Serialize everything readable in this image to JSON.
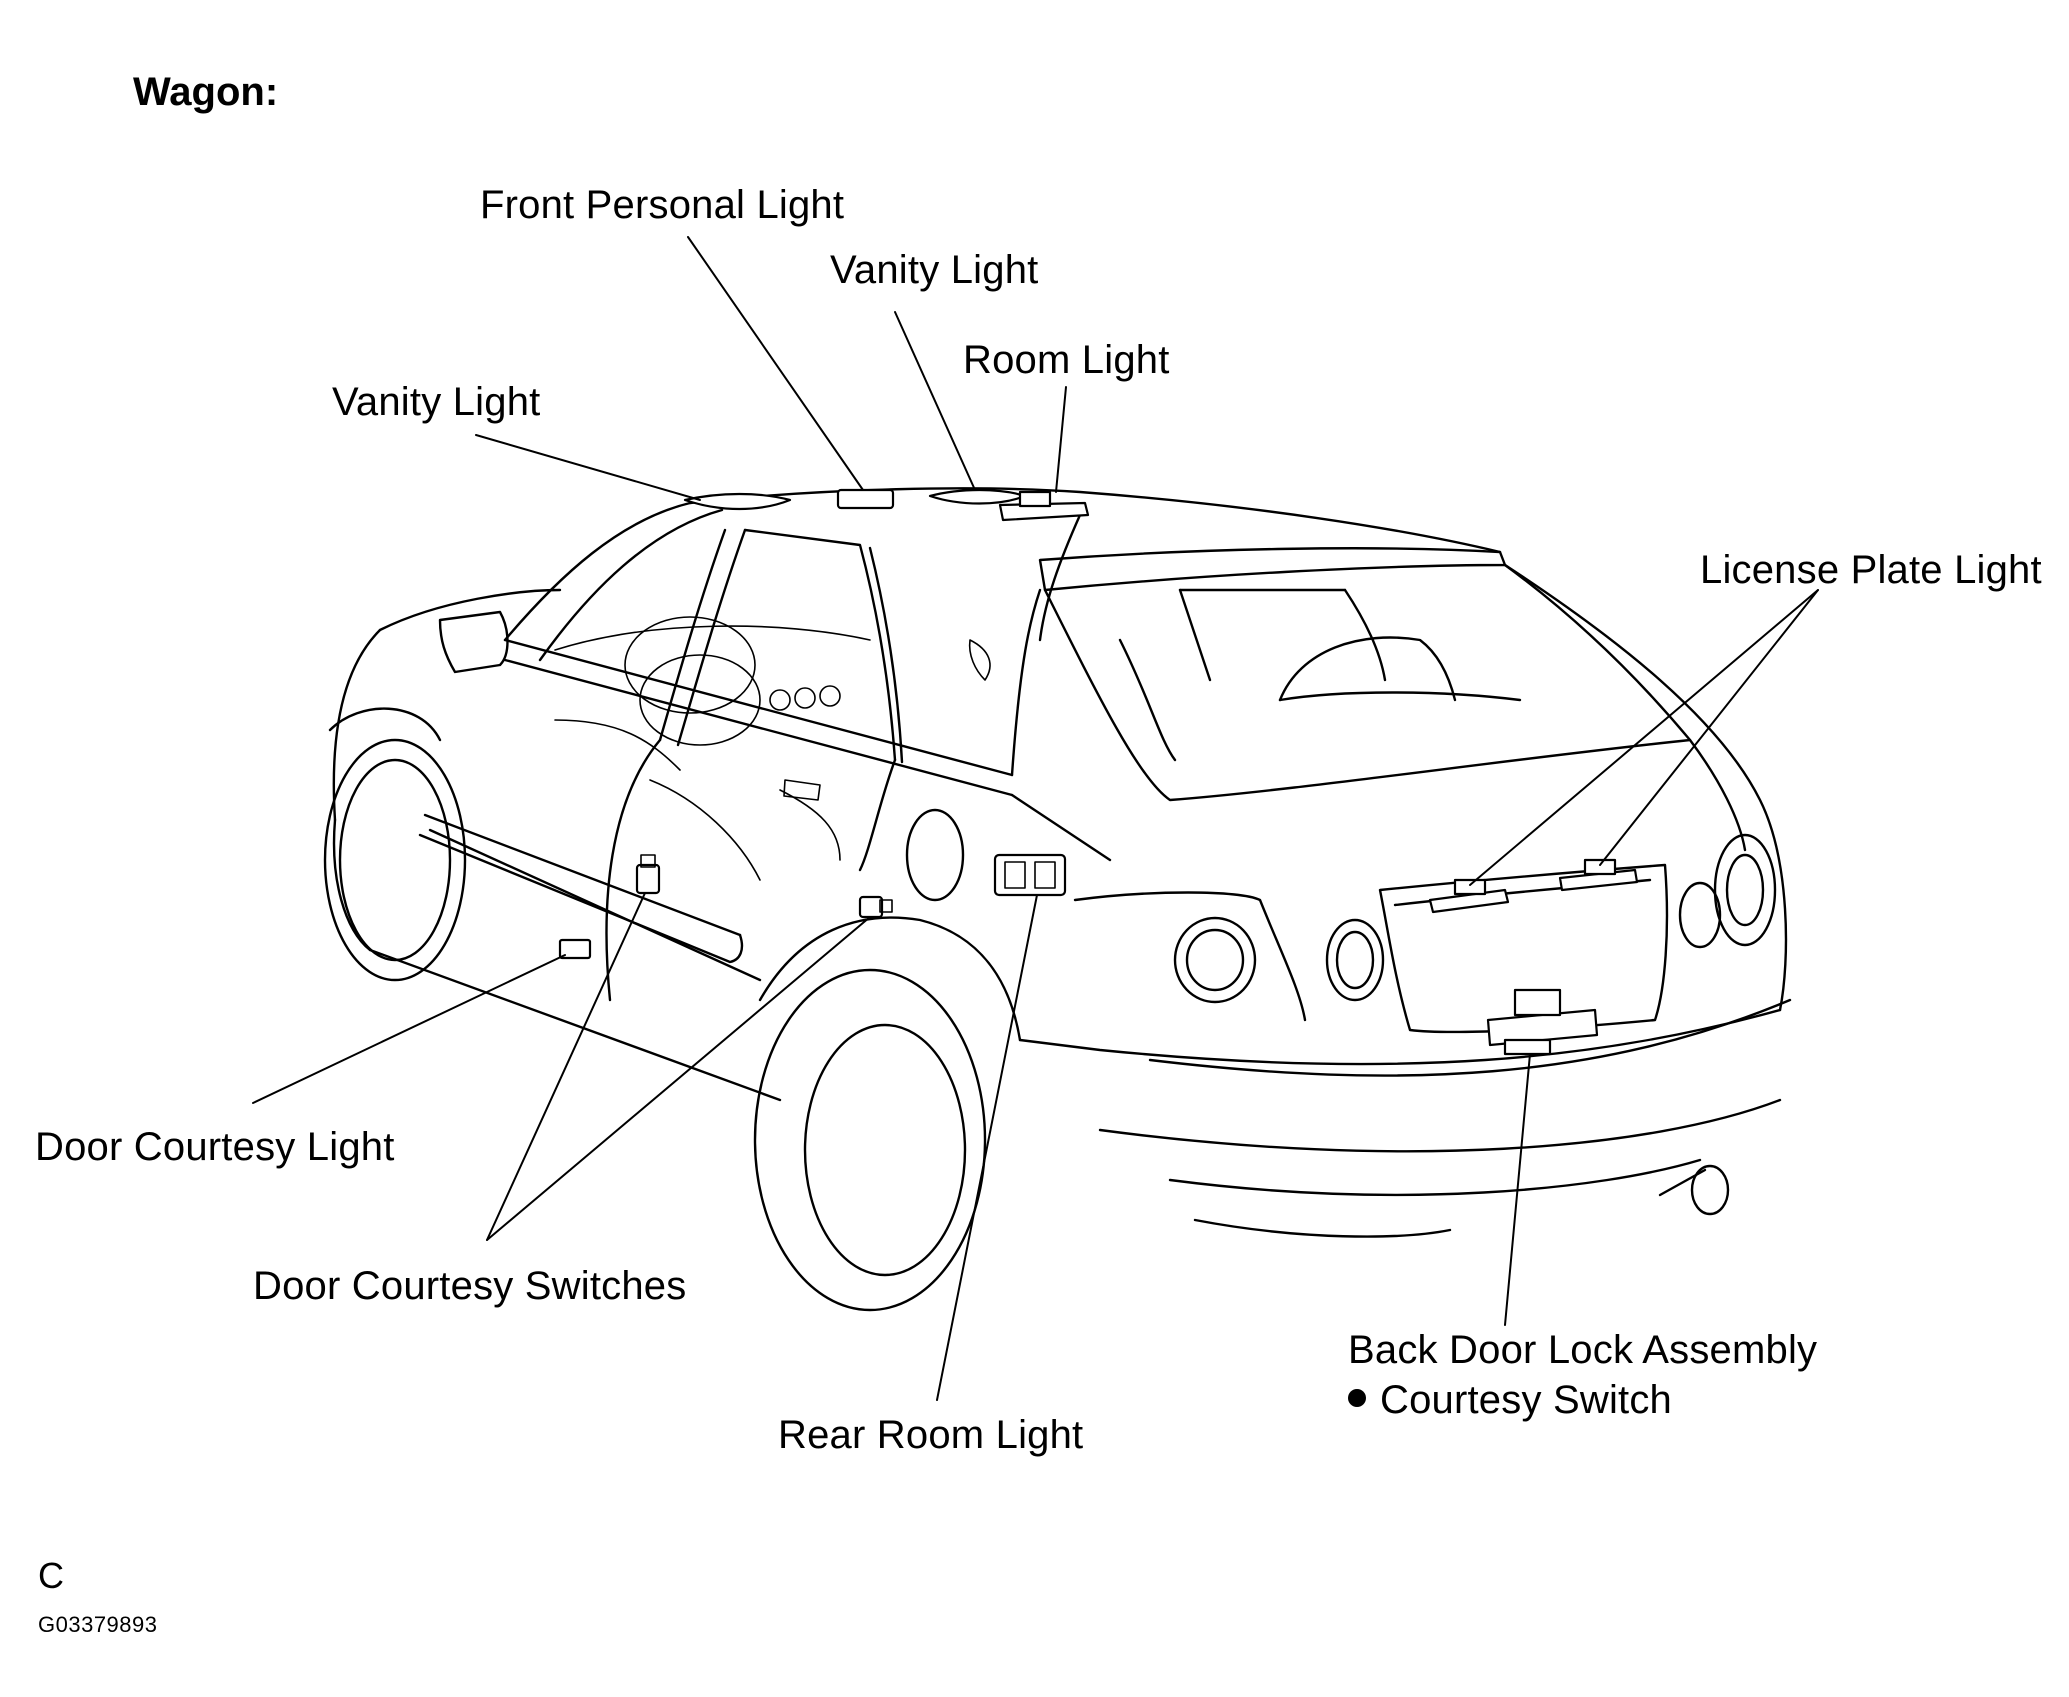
{
  "diagram": {
    "heading": "Wagon:",
    "labels": {
      "front_personal_light": "Front Personal Light",
      "vanity_light_center": "Vanity Light",
      "room_light": "Room Light",
      "vanity_light_left": "Vanity Light",
      "license_plate_light": "License Plate Light",
      "door_courtesy_light": "Door Courtesy Light",
      "door_courtesy_switches": "Door Courtesy Switches",
      "rear_room_light": "Rear Room Light",
      "back_door_lock_assembly": "Back Door Lock Assembly",
      "courtesy_switch": "Courtesy Switch"
    },
    "footer_letter": "C",
    "figure_id": "G03379893"
  }
}
